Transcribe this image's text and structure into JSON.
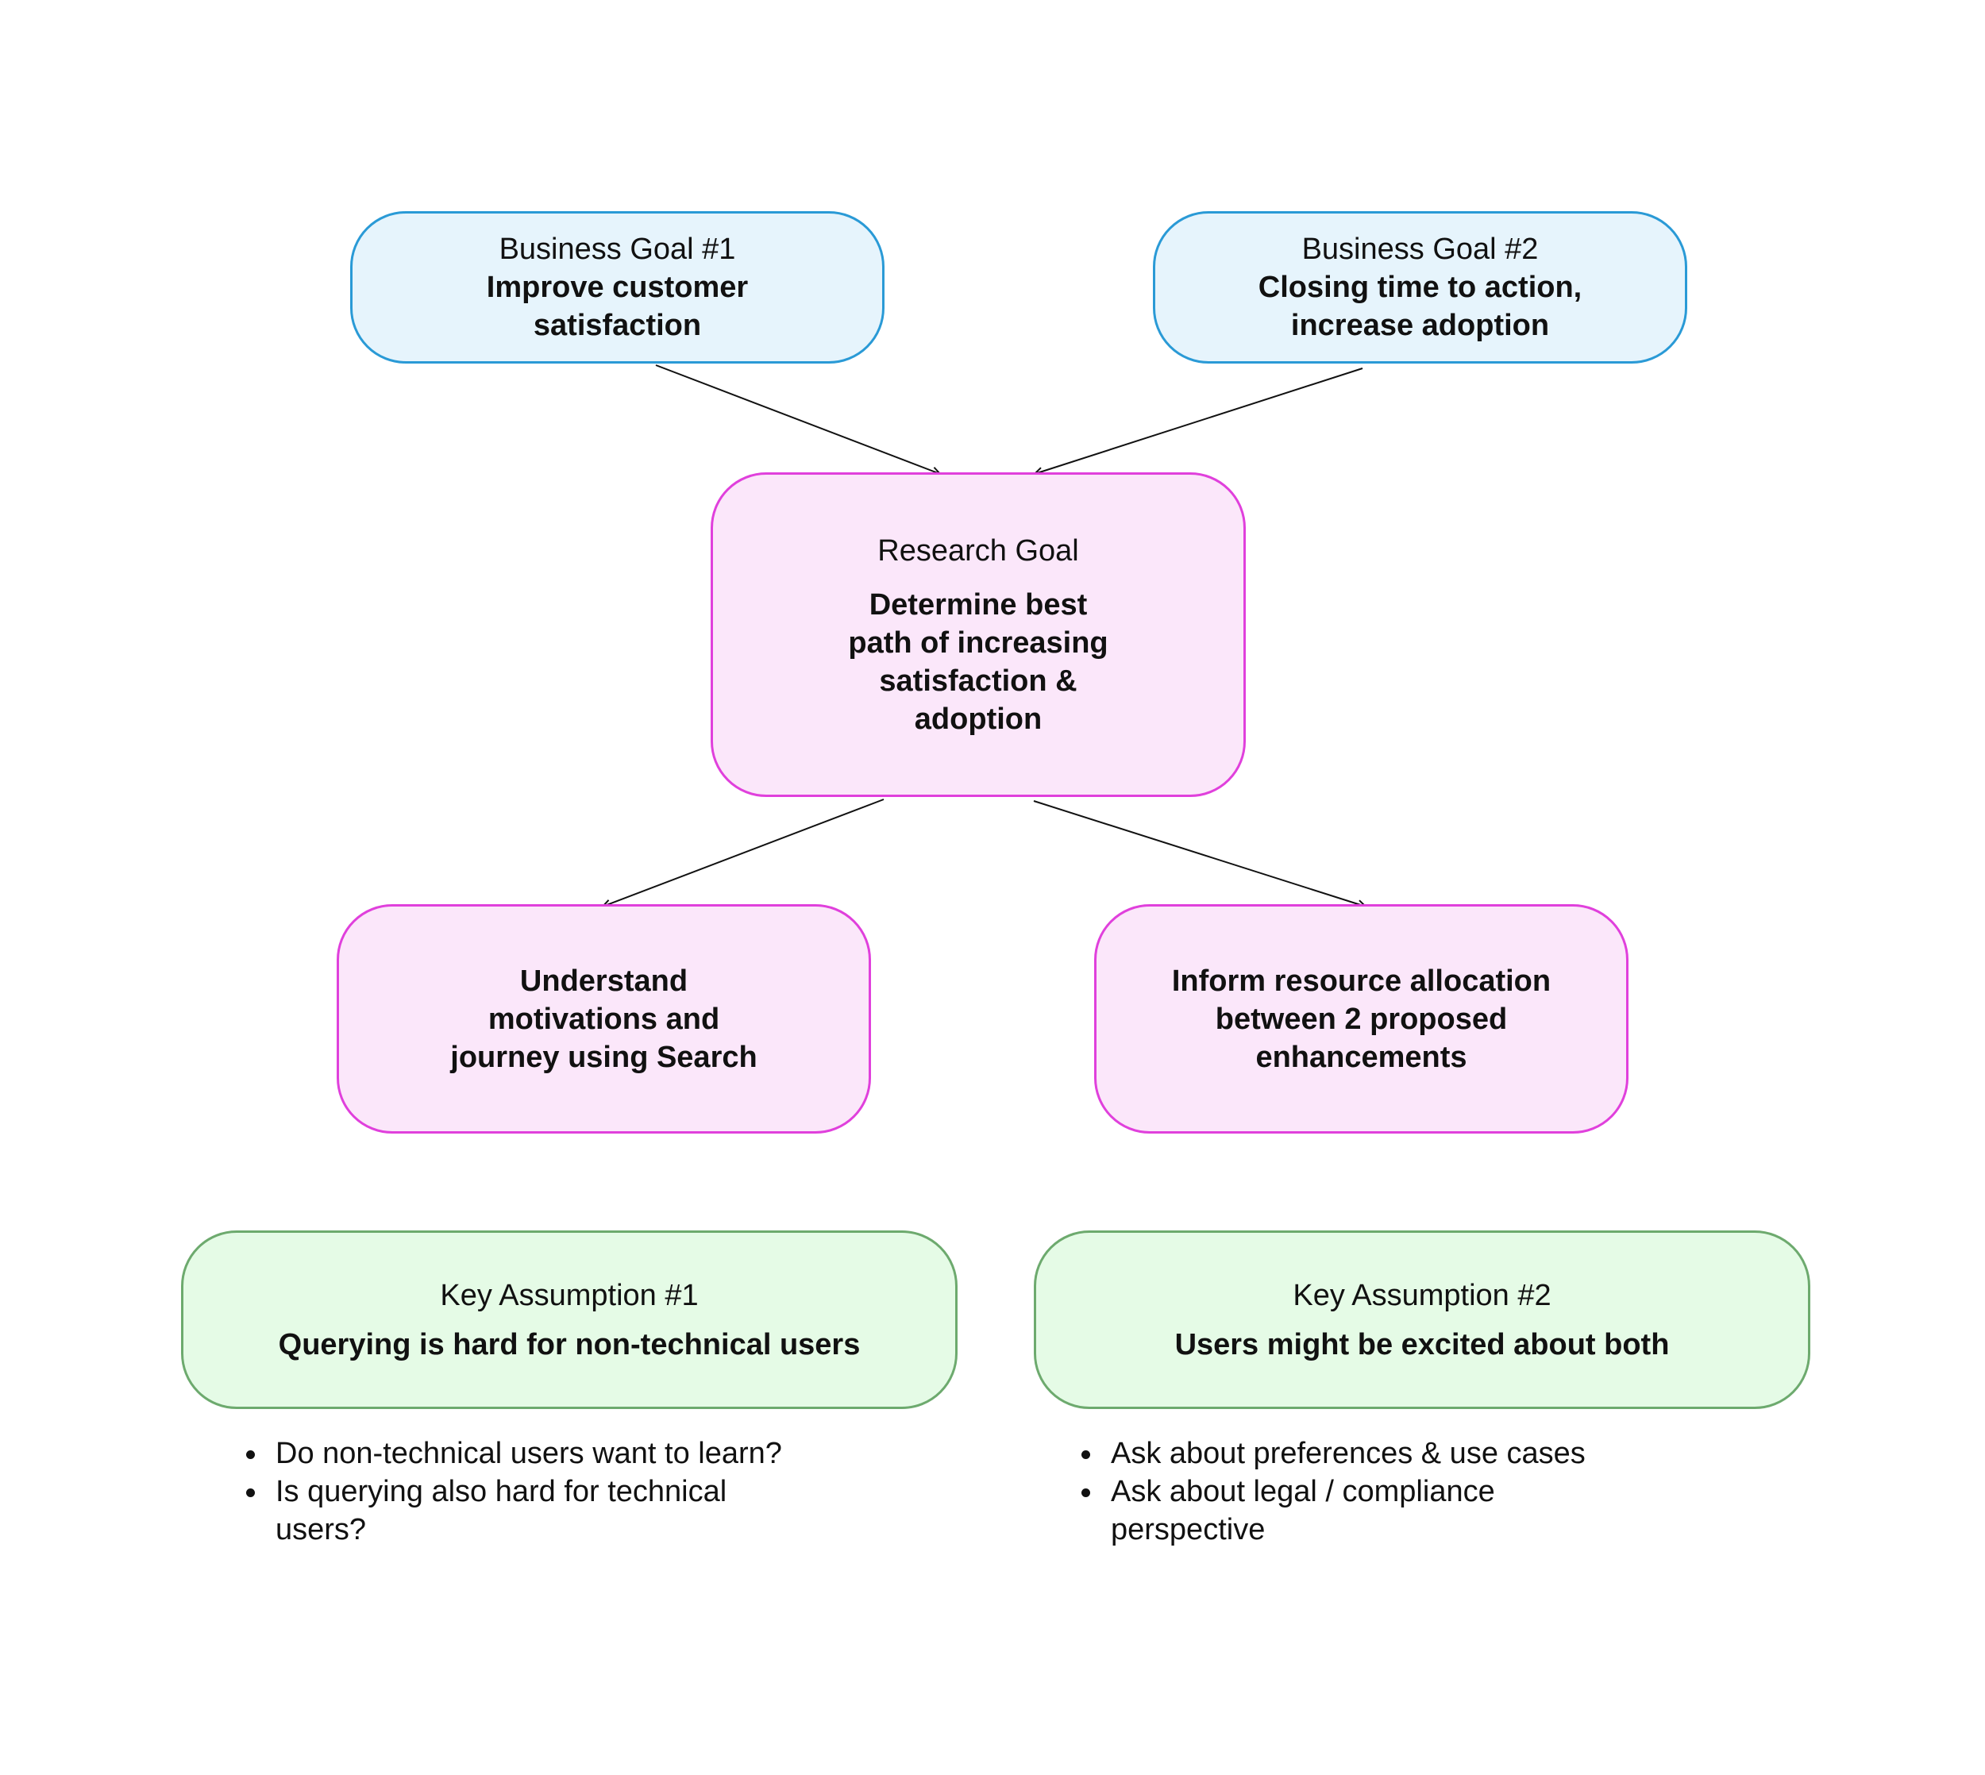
{
  "colors": {
    "business_goal_fill": "#e6f4fc",
    "business_goal_border": "#2a9ad6",
    "research_fill": "#fbe7fa",
    "research_border": "#e040dc",
    "assumption_fill": "#e5fbe6",
    "assumption_border": "#6daa6e",
    "arrow": "#111111"
  },
  "business_goals": [
    {
      "label": "Business Goal #1",
      "title": "Improve customer satisfaction"
    },
    {
      "label": "Business Goal #2",
      "title": "Closing time to action, increase adoption"
    }
  ],
  "research_goal": {
    "label": "Research Goal",
    "title": "Determine best path of increasing satisfaction & adoption"
  },
  "sub_goals": [
    {
      "title": "Understand motivations and journey using Search"
    },
    {
      "title": "Inform resource allocation between 2 proposed enhancements"
    }
  ],
  "key_assumptions": [
    {
      "label": "Key Assumption #1",
      "title": "Querying is hard for non-technical users",
      "questions": [
        "Do non-technical users want to learn?",
        "Is querying also hard for technical users?"
      ]
    },
    {
      "label": "Key Assumption #2",
      "title": "Users might be excited about both",
      "questions": [
        "Ask about preferences & use cases",
        "Ask about legal / compliance perspective"
      ]
    }
  ],
  "connectors": [
    {
      "from": "business-goal-1",
      "to": "research-goal"
    },
    {
      "from": "business-goal-2",
      "to": "research-goal"
    },
    {
      "from": "research-goal",
      "to": "sub-goal-1"
    },
    {
      "from": "research-goal",
      "to": "sub-goal-2"
    }
  ]
}
